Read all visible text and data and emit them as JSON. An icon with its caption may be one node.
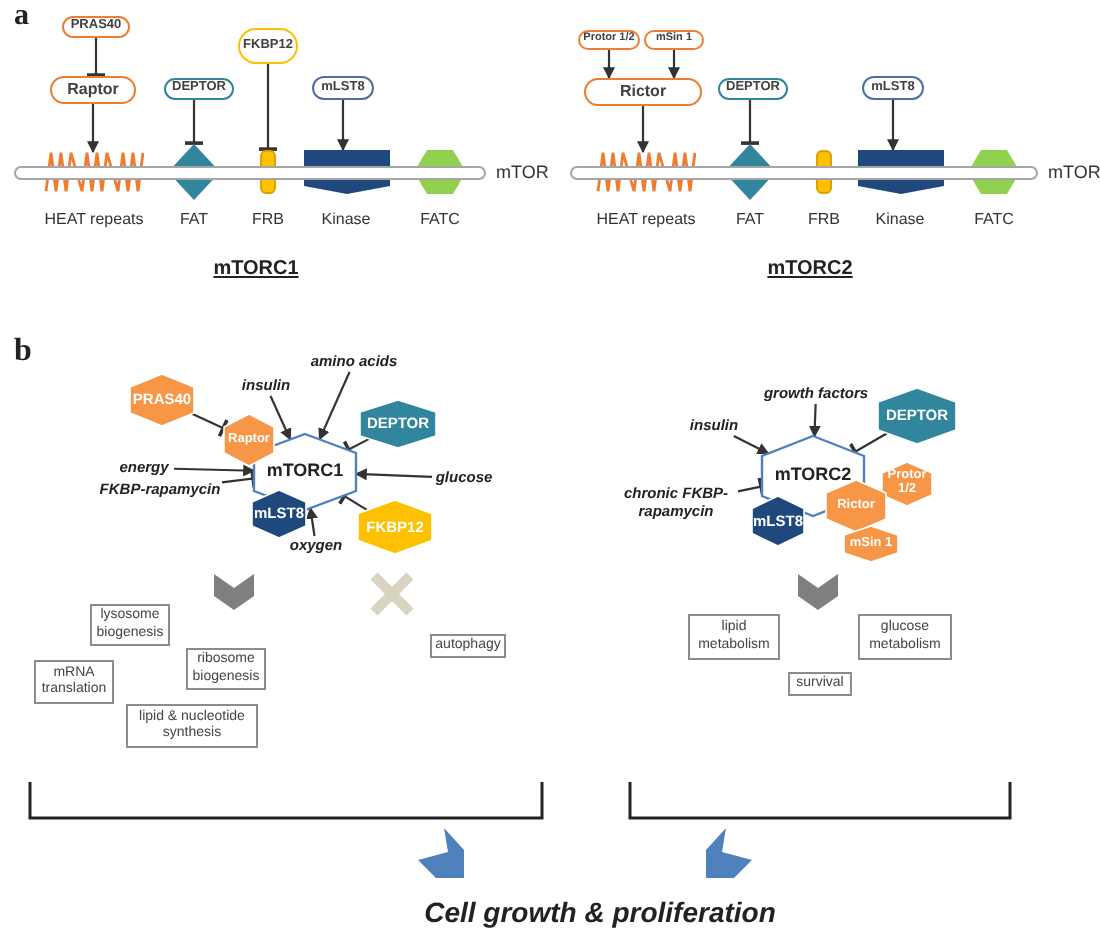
{
  "diagram": {
    "nodes": [
      {
        "text": [
          "PRAS40"
        ]
      },
      {
        "text": [
          "Raptor"
        ]
      },
      {
        "text": [
          "DEPTOR"
        ]
      },
      {
        "text": [
          "FKBP12"
        ]
      },
      {
        "text": [
          "mLST8"
        ]
      },
      {
        "text": [
          "HEAT repeats"
        ]
      },
      {
        "text": [
          "FAT"
        ]
      },
      {
        "text": [
          "FRB"
        ]
      },
      {
        "text": [
          "Kinase"
        ]
      },
      {
        "text": [
          "FATC"
        ]
      },
      {
        "text": [
          "mTOR"
        ]
      },
      {
        "text": [
          "Protor 1/2"
        ]
      },
      {
        "text": [
          "mSin 1"
        ]
      },
      {
        "text": [
          "Rictor"
        ]
      },
      {
        "text": [
          "DEPTOR"
        ]
      },
      {
        "text": [
          "mLST8"
        ]
      },
      {
        "text": [
          "HEAT repeats"
        ]
      },
      {
        "text": [
          "FAT"
        ]
      },
      {
        "text": [
          "FRB"
        ]
      },
      {
        "text": [
          "Kinase"
        ]
      },
      {
        "text": [
          "FATC"
        ]
      },
      {
        "text": [
          "mTOR"
        ]
      },
      {
        "text": [
          "mTORC1"
        ]
      },
      {
        "text": [
          "PRAS40"
        ]
      },
      {
        "text": [
          "Raptor"
        ]
      },
      {
        "text": [
          "DEPTOR"
        ]
      },
      {
        "text": [
          "mLST8"
        ]
      },
      {
        "text": [
          "FKBP12"
        ]
      },
      {
        "text": [
          "insulin"
        ]
      },
      {
        "text": [
          "amino acids"
        ]
      },
      {
        "text": [
          "energy"
        ]
      },
      {
        "text": [
          "glucose"
        ]
      },
      {
        "text": [
          "FKBP-rapamycin"
        ]
      },
      {
        "text": [
          "oxygen"
        ]
      },
      {
        "text": [
          "lysosome biogenesis"
        ]
      },
      {
        "text": [
          "mRNA translation"
        ]
      },
      {
        "text": [
          "ribosome biogenesis"
        ]
      },
      {
        "text": [
          "lipid & nucleotide synthesis"
        ]
      },
      {
        "text": [
          "autophagy"
        ]
      },
      {
        "text": [
          "mTORC2"
        ]
      },
      {
        "text": [
          "DEPTOR"
        ]
      },
      {
        "text": [
          "Protor 1/2"
        ]
      },
      {
        "text": [
          "Rictor"
        ]
      },
      {
        "text": [
          "mLST8"
        ]
      },
      {
        "text": [
          "mSin 1"
        ]
      },
      {
        "text": [
          "growth factors"
        ]
      },
      {
        "text": [
          "insulin"
        ]
      },
      {
        "text": [
          "chronic FKBP-rapamycin"
        ]
      },
      {
        "text": [
          "lipid metabolism"
        ]
      },
      {
        "text": [
          "glucose metabolism"
        ]
      },
      {
        "text": [
          "survival"
        ]
      },
      {
        "text": [],
        "shape": "chevron"
      },
      {
        "text": [],
        "shape": "chevron"
      }
    ],
    "edges": [
      {
        "from": 0,
        "to": 1,
        "arrow": "other"
      },
      {
        "from": 1,
        "to": 5,
        "arrow": "to"
      },
      {
        "from": 2,
        "to": 6,
        "arrow": "other"
      },
      {
        "from": 3,
        "to": 7,
        "arrow": "other"
      },
      {
        "from": 4,
        "to": 8,
        "arrow": "to"
      },
      {
        "from": 11,
        "to": 13,
        "arrow": "to"
      },
      {
        "from": 12,
        "to": 13,
        "arrow": "to"
      },
      {
        "from": 13,
        "to": 16,
        "arrow": "to"
      },
      {
        "from": 14,
        "to": 17,
        "arrow": "other"
      },
      {
        "from": 15,
        "to": 19,
        "arrow": "to"
      },
      {
        "from": 23,
        "to": 24,
        "arrow": "other"
      },
      {
        "from": 28,
        "to": 22,
        "arrow": "to"
      },
      {
        "from": 29,
        "to": 22,
        "arrow": "to"
      },
      {
        "from": 25,
        "to": 22,
        "arrow": "other"
      },
      {
        "from": 30,
        "to": 22,
        "arrow": "to"
      },
      {
        "from": 31,
        "to": 22,
        "arrow": "to"
      },
      {
        "from": 32,
        "to": 22,
        "arrow": "other"
      },
      {
        "from": 27,
        "to": 22,
        "arrow": "other"
      },
      {
        "from": 33,
        "to": 22,
        "arrow": "to"
      },
      {
        "from": 45,
        "to": 39,
        "arrow": "to"
      },
      {
        "from": 46,
        "to": 39,
        "arrow": "to"
      },
      {
        "from": 40,
        "to": 39,
        "arrow": "other"
      },
      {
        "from": 47,
        "to": 39,
        "arrow": "other"
      },
      {
        "from": 22,
        "to": 36,
        "arrow": "to"
      },
      {
        "from": 39,
        "to": 50,
        "arrow": "to"
      }
    ],
    "labels": [
      "a",
      "mTORC1",
      "mTORC2",
      "b",
      "Cell growth & proliferation"
    ]
  }
}
